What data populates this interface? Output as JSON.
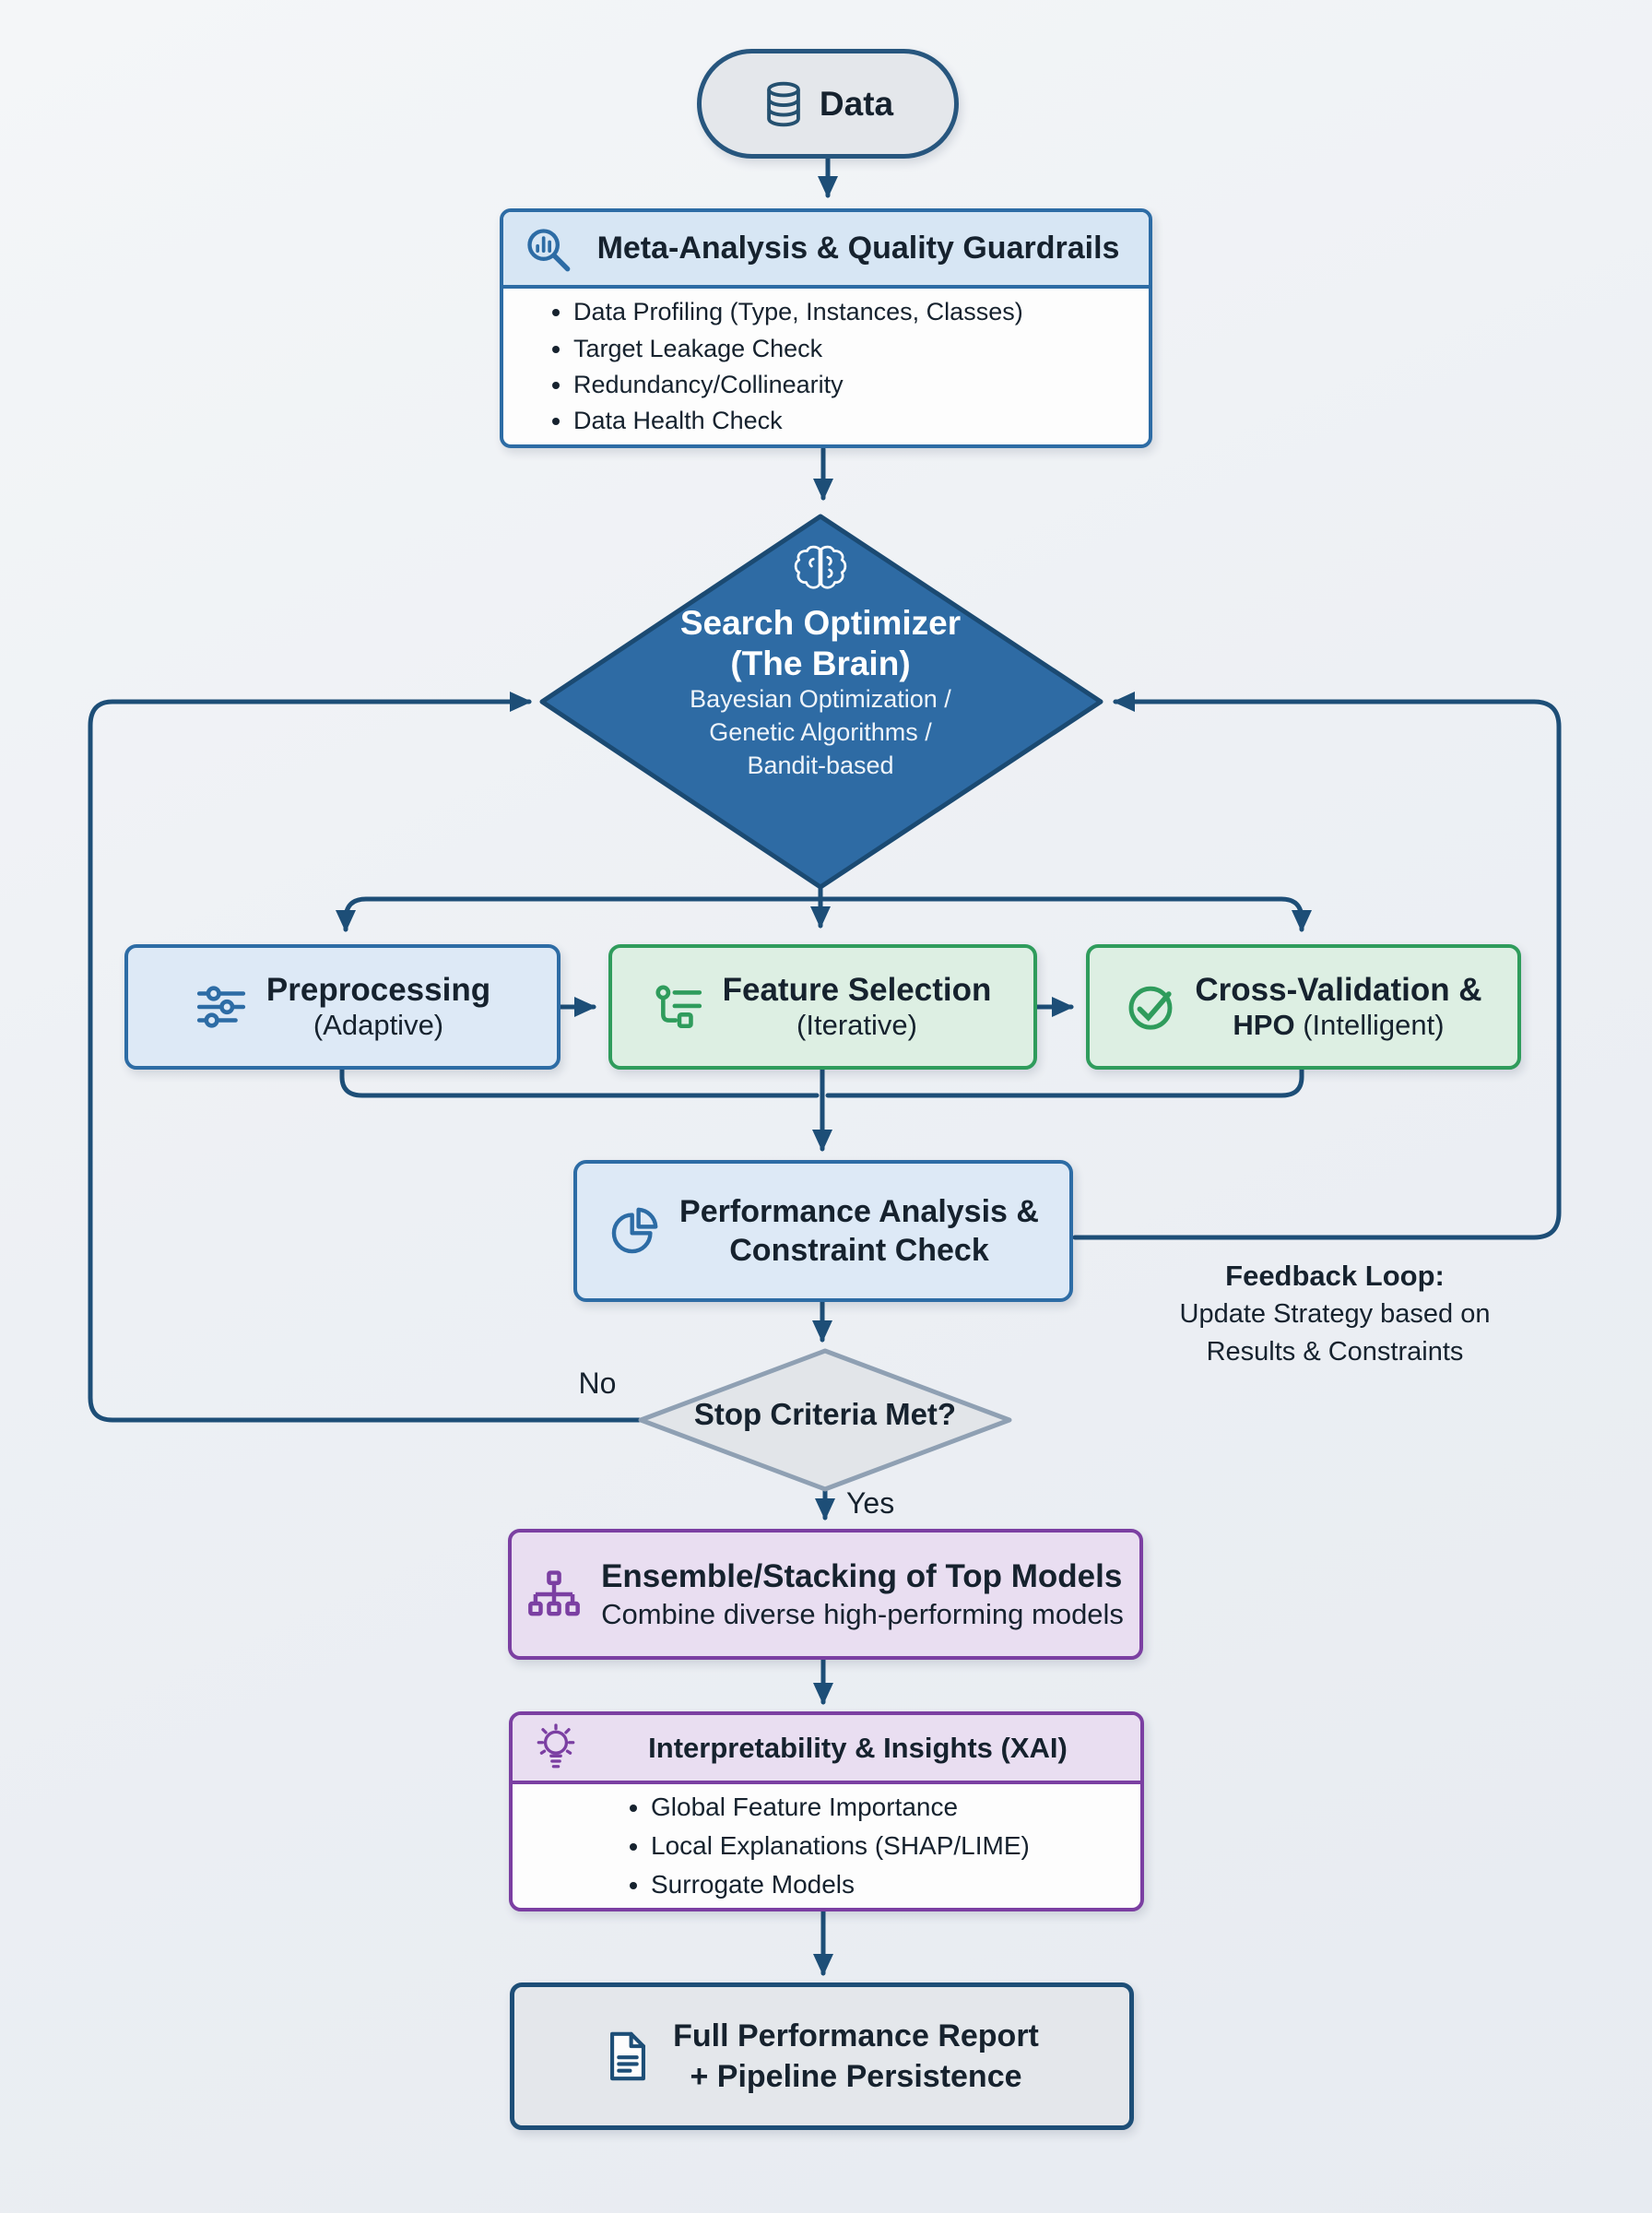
{
  "palette": {
    "line": "#1d4e77",
    "blue_fill": "#dde9f6",
    "blue_border": "#2d6ca5",
    "green_fill": "#ddefe3",
    "green_border": "#2f9c5c",
    "purple_fill": "#e9def1",
    "purple_border": "#7b3fa2",
    "gray_fill": "#e4e7eb",
    "diamond_fill": "#2e6ba4",
    "stop_fill": "#e2e5e9",
    "stop_border": "#8fa0b3"
  },
  "icons": {
    "data": "database-icon",
    "meta": "magnifier-chart-icon",
    "optimizer": "brain-icon",
    "preprocessing": "sliders-icon",
    "feature_selection": "feature-tree-icon",
    "cv_hpo": "check-circle-icon",
    "performance": "pie-chart-icon",
    "ensemble": "hierarchy-icon",
    "xai": "lightbulb-icon",
    "report": "document-icon"
  },
  "nodes": {
    "data_pill": {
      "label": "Data"
    },
    "meta": {
      "title": "Meta-Analysis & Quality Guardrails",
      "bullets": [
        "Data Profiling (Type, Instances, Classes)",
        "Target Leakage Check",
        "Redundancy/Collinearity",
        "Data Health Check"
      ]
    },
    "optimizer": {
      "title": "Search Optimizer",
      "subtitle": "(The Brain)",
      "lines": [
        "Bayesian Optimization /",
        "Genetic Algorithms /",
        "Bandit-based"
      ]
    },
    "preprocessing": {
      "title": "Preprocessing",
      "subtitle": "(Adaptive)"
    },
    "feature_selection": {
      "title": "Feature Selection",
      "subtitle": "(Iterative)"
    },
    "cv_hpo": {
      "title_line1": "Cross-Validation &",
      "hpo": "HPO",
      "qualifier": " (Intelligent)"
    },
    "performance": {
      "line1": "Performance Analysis &",
      "line2": "Constraint Check"
    },
    "feedback": {
      "title": "Feedback Loop:",
      "line2": "Update Strategy based on",
      "line3": "Results & Constraints"
    },
    "stop": {
      "label": "Stop Criteria Met?",
      "no": "No",
      "yes": "Yes"
    },
    "ensemble": {
      "title": "Ensemble/Stacking of Top Models",
      "subtitle": "Combine diverse high-performing models"
    },
    "xai": {
      "title": "Interpretability & Insights (XAI)",
      "bullets": [
        "Global Feature Importance",
        "Local Explanations (SHAP/LIME)",
        "Surrogate Models"
      ]
    },
    "report": {
      "line1": "Full Performance Report",
      "line2": "+ Pipeline Persistence"
    }
  }
}
